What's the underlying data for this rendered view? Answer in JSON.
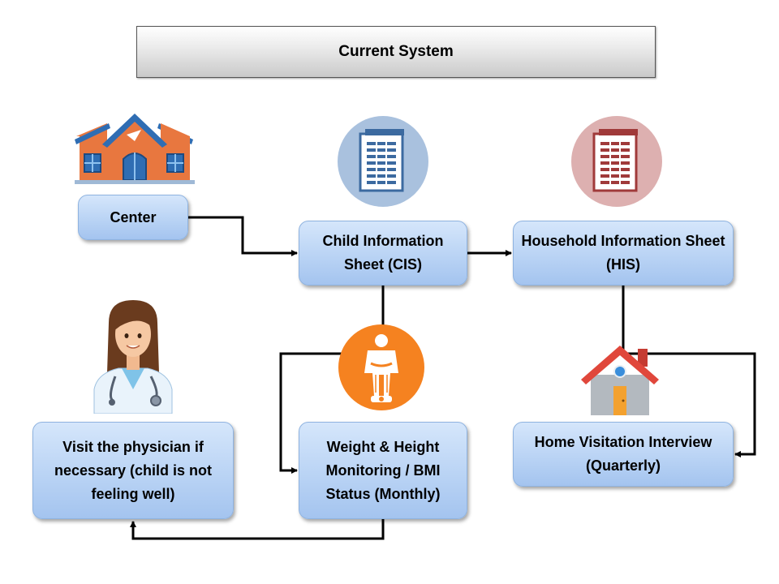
{
  "title": "Current System",
  "nodes": {
    "center": "Center",
    "cis": "Child Information Sheet (CIS)",
    "his": "Household Information Sheet (HIS)",
    "physician": "Visit the physician if necessary (child is not feeling well)",
    "weight": "Weight & Height Monitoring / BMI Status (Monthly)",
    "home_visit": "Home Visitation Interview (Quarterly)"
  },
  "icons": {
    "center": "school-building-icon",
    "cis": "document-sheet-icon-blue",
    "his": "document-sheet-icon-red",
    "physician": "doctor-icon",
    "weight": "measuring-scale-icon",
    "home_visit": "house-icon"
  },
  "colors": {
    "box_fill": "#bcd5f5",
    "box_border": "#8fb3e0",
    "cis_icon": "#3c6aa0",
    "his_icon": "#a03a3a",
    "weight_icon": "#f58220",
    "connector": "#000000"
  }
}
